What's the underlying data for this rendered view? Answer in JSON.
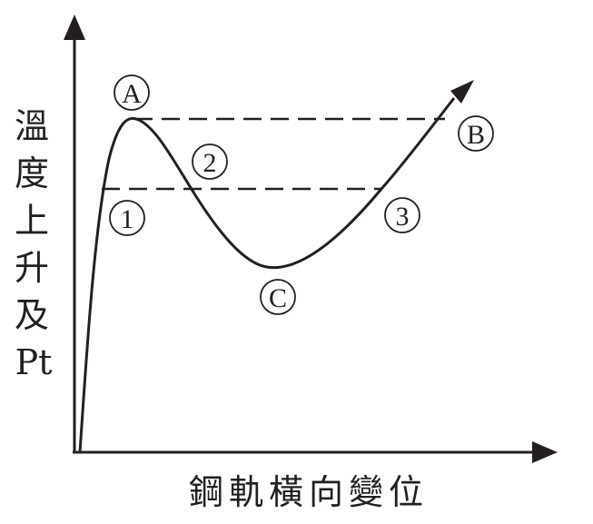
{
  "y_axis_label": [
    "溫",
    "度",
    "上",
    "升",
    "及",
    "Pt"
  ],
  "x_axis_label": "鋼軌橫向變位",
  "markers": {
    "A": "A",
    "B": "B",
    "C": "C",
    "p1": "1",
    "p2": "2",
    "p3": "3"
  },
  "colors": {
    "ink": "#231f20"
  }
}
